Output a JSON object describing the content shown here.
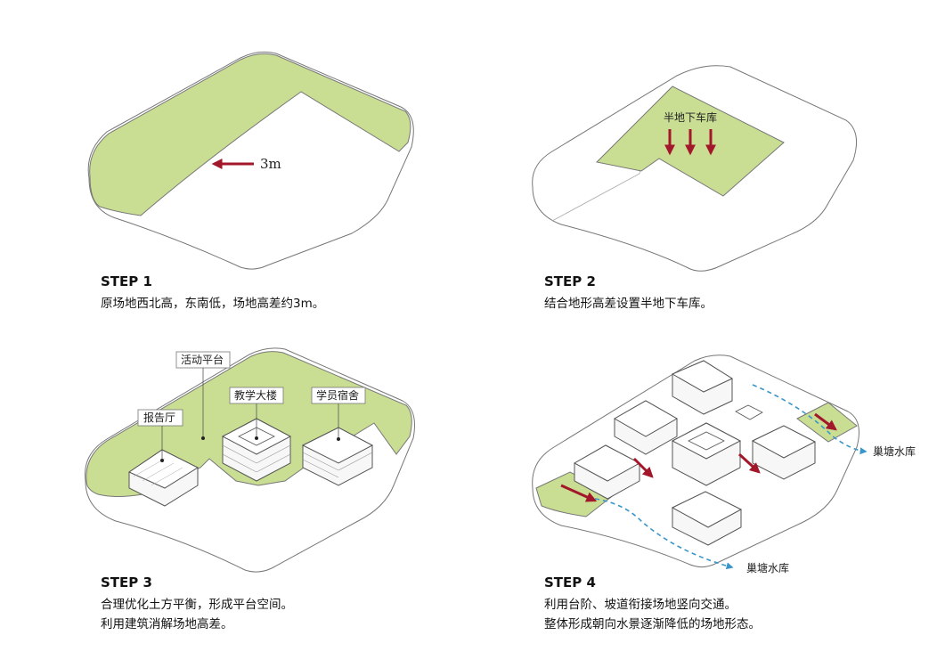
{
  "colors": {
    "green_fill": "#c9de93",
    "outline": "#777777",
    "arrow_red": "#a3172a",
    "flow_blue": "#3a95c8",
    "building_fill": "#f7f7f7"
  },
  "steps": [
    {
      "title": "STEP 1",
      "lines": [
        "原场地西北高，东南低，场地高差约3m。"
      ],
      "labels": {
        "height_diff": "3m"
      }
    },
    {
      "title": "STEP 2",
      "lines": [
        "结合地形高差设置半地下车库。"
      ],
      "labels": {
        "garage": "半地下车库"
      }
    },
    {
      "title": "STEP 3",
      "lines": [
        "合理优化土方平衡，形成平台空间。",
        "利用建筑消解场地高差。"
      ],
      "labels": {
        "platform": "活动平台",
        "teaching": "教学大楼",
        "dormitory": "学员宿舍",
        "hall": "报告厅"
      }
    },
    {
      "title": "STEP 4",
      "lines": [
        "利用台阶、坡道衔接场地竖向交通。",
        "整体形成朝向水景逐渐降低的场地形态。"
      ],
      "labels": {
        "reservoir_right": "巢塘水库",
        "reservoir_bottom": "巢塘水库"
      }
    }
  ]
}
